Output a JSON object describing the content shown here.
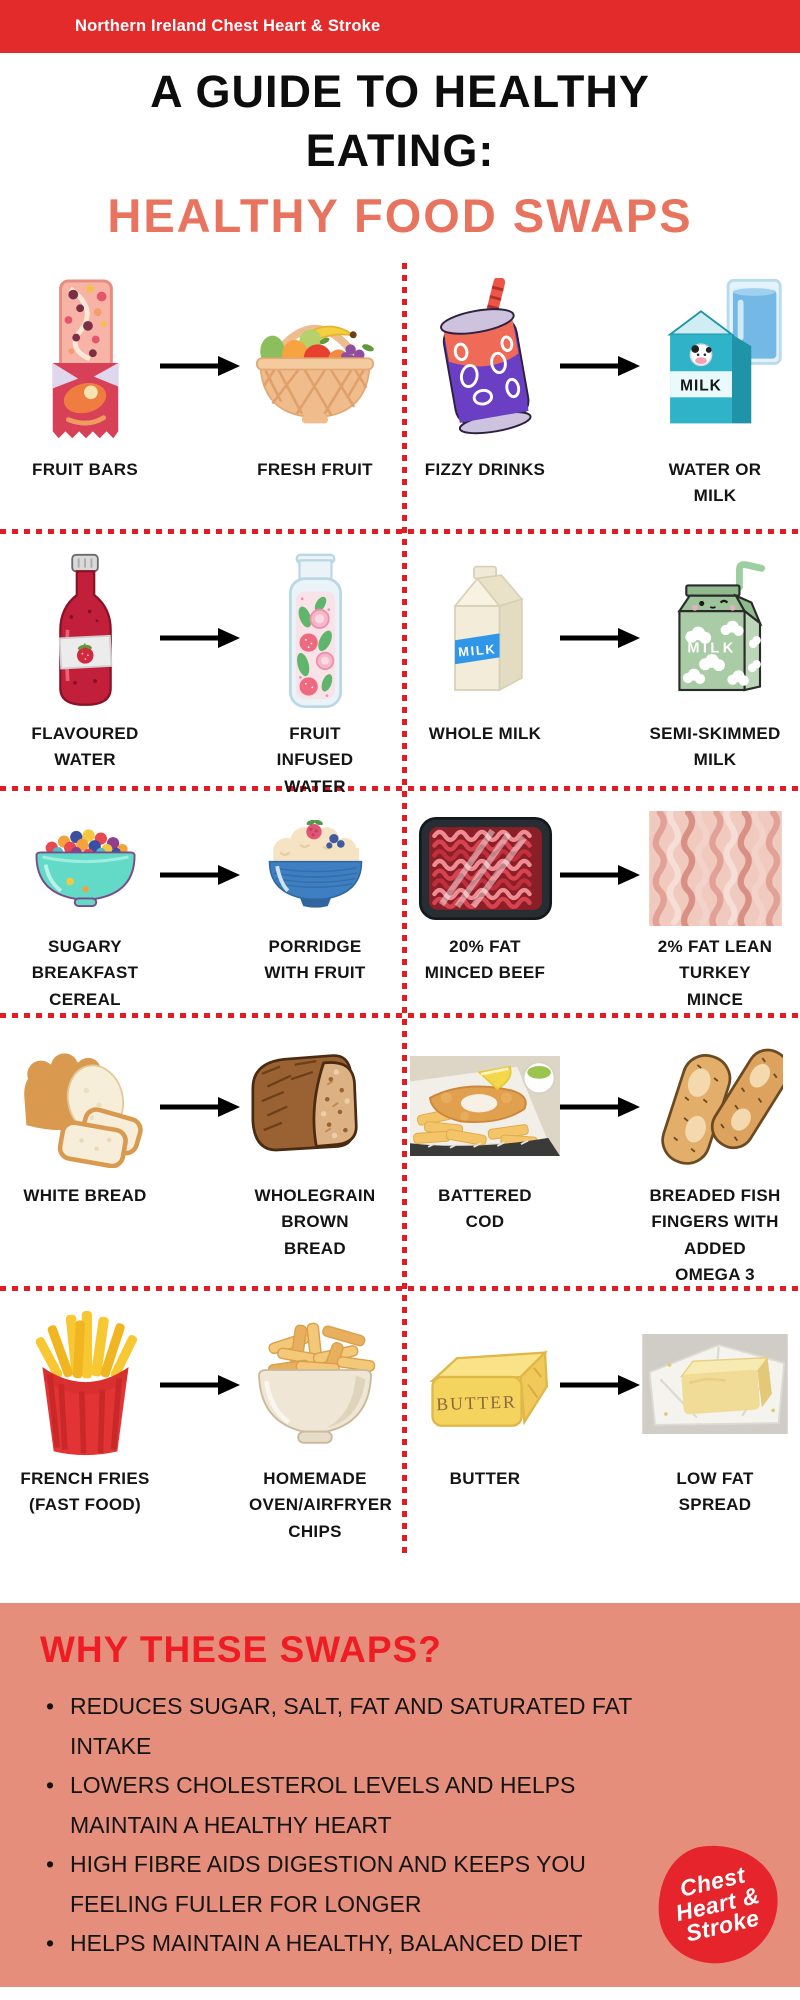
{
  "header": {
    "brand": "Northern Ireland Chest Heart & Stroke"
  },
  "title": "A GUIDE TO HEALTHY EATING:",
  "subtitle": "HEALTHY FOOD SWAPS",
  "swaps": [
    {
      "from_label": "FRUIT BARS",
      "to_label": "FRESH FRUIT",
      "from_icon": "fruit-bar-icon",
      "to_icon": "fruit-basket-icon"
    },
    {
      "from_label": "FIZZY DRINKS",
      "to_label": "WATER OR MILK",
      "from_icon": "soda-can-icon",
      "to_icon": "water-and-milk-icon"
    },
    {
      "from_label": "FLAVOURED WATER",
      "to_label": "FRUIT INFUSED WATER",
      "from_icon": "flavoured-water-bottle-icon",
      "to_icon": "fruit-infused-water-icon"
    },
    {
      "from_label": "WHOLE MILK",
      "to_label": "SEMI-SKIMMED MILK",
      "from_icon": "whole-milk-carton-icon",
      "to_icon": "semi-skimmed-milk-carton-icon"
    },
    {
      "from_label": "SUGARY BREAKFAST CEREAL",
      "to_label": "PORRIDGE WITH FRUIT",
      "from_icon": "cereal-bowl-icon",
      "to_icon": "porridge-bowl-icon"
    },
    {
      "from_label": "20% FAT MINCED BEEF",
      "to_label": "2% FAT LEAN TURKEY MINCE",
      "from_icon": "minced-beef-tray-icon",
      "to_icon": "turkey-mince-icon"
    },
    {
      "from_label": "WHITE BREAD",
      "to_label": "WHOLEGRAIN BROWN BREAD",
      "from_icon": "white-bread-icon",
      "to_icon": "brown-bread-icon"
    },
    {
      "from_label": "BATTERED COD",
      "to_label": "BREADED FISH FINGERS WITH ADDED OMEGA 3",
      "from_icon": "battered-cod-icon",
      "to_icon": "fish-fingers-icon"
    },
    {
      "from_label": "FRENCH FRIES (FAST FOOD)",
      "to_label": "HOMEMADE OVEN/AIRFRYER CHIPS",
      "from_icon": "french-fries-icon",
      "to_icon": "chips-bowl-icon"
    },
    {
      "from_label": "BUTTER",
      "to_label": "LOW FAT SPREAD",
      "from_icon": "butter-block-icon",
      "to_icon": "low-fat-spread-icon"
    }
  ],
  "icon_labels": {
    "milk": "MILK",
    "butter": "BUTTER"
  },
  "why": {
    "heading": "WHY THESE SWAPS?",
    "bullets": [
      "REDUCES SUGAR, SALT, FAT AND SATURATED FAT INTAKE",
      "LOWERS CHOLESTEROL LEVELS AND HELPS MAINTAIN A HEALTHY HEART",
      "HIGH FIBRE AIDS DIGESTION AND KEEPS YOU FEELING FULLER FOR LONGER",
      "HELPS MAINTAIN A HEALTHY, BALANCED DIET"
    ]
  },
  "logo": {
    "lines": [
      "Chest",
      "Heart &",
      "Stroke"
    ]
  },
  "colors": {
    "top_bar": "#e32b2b",
    "subtitle": "#e8745f",
    "dotted_divider": "#e01c24",
    "why_background": "#e68e7c",
    "why_heading": "#ee1d23",
    "logo_red": "#e6242b",
    "arrow": "#000000"
  }
}
